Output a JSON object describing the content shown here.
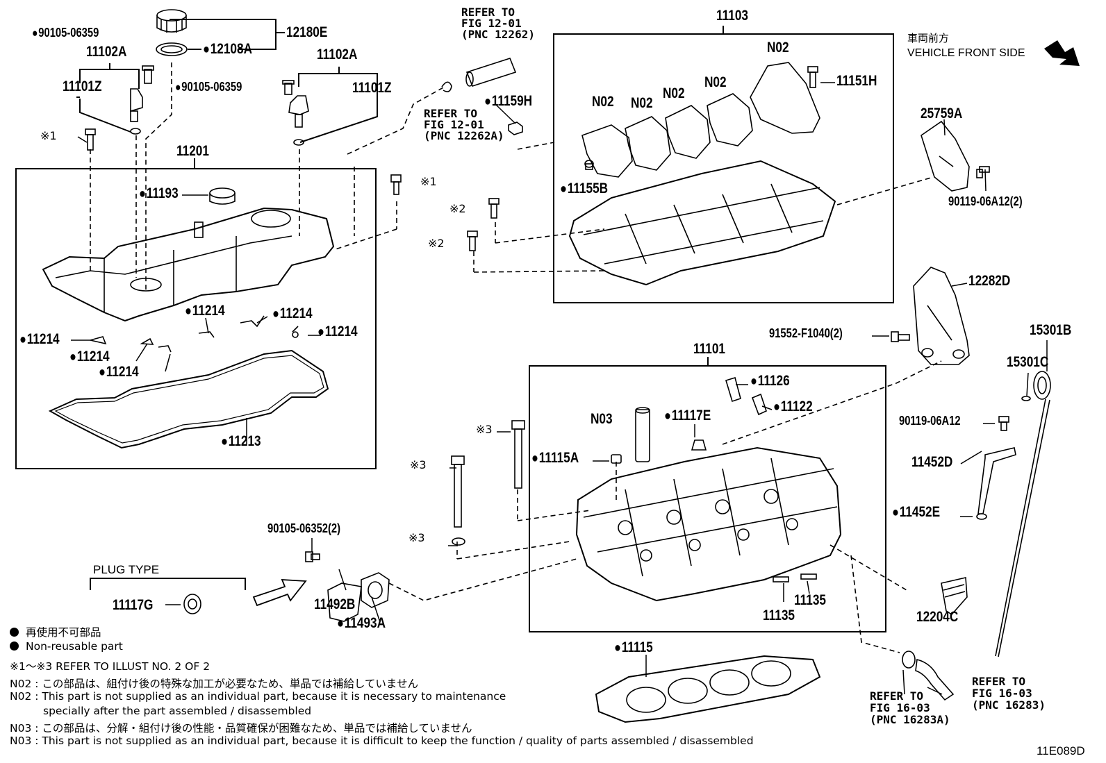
{
  "vehicle_direction": {
    "jp": "車両前方",
    "en": "VEHICLE FRONT SIDE"
  },
  "boxes": {
    "cover_assembly": "11201",
    "camshaft_housing": "11103",
    "cylinder_head": "11101"
  },
  "callouts": {
    "p12180E": "12180E",
    "p12108A": "12108A",
    "p90105_06359_a": "90105-06359",
    "p90105_06359_b": "90105-06359",
    "p11102A_a": "11102A",
    "p11102A_b": "11102A",
    "p11101Z_a": "11101Z",
    "p11101Z_b": "11101Z",
    "p11193": "11193",
    "p11214_a": "11214",
    "p11214_b": "11214",
    "p11214_c": "11214",
    "p11214_d": "11214",
    "p11214_e": "11214",
    "p11214_f": "11214",
    "p11213": "11213",
    "p11159H": "11159H",
    "p11155B": "11155B",
    "p11151H": "11151H",
    "n02_1": "N02",
    "n02_2": "N02",
    "n02_3": "N02",
    "n02_4": "N02",
    "n02_5": "N02",
    "p25759A": "25759A",
    "p90119_06A12_2": "90119-06A12(2)",
    "p12282D": "12282D",
    "p91552_F1040_2": "91552-F1040(2)",
    "p15301B": "15301B",
    "p15301C": "15301C",
    "p90119_06A12": "90119-06A12",
    "p11452D": "11452D",
    "p11452E": "11452E",
    "p12204C": "12204C",
    "p11126": "11126",
    "p11122": "11122",
    "n03": "N03",
    "p11117E": "11117E",
    "p11115A": "11115A",
    "p11135_a": "11135",
    "p11135_b": "11135",
    "p11115": "11115",
    "p90105_06352_2": "90105-06352(2)",
    "p11492B": "11492B",
    "p11493A": "11493A",
    "p11117G": "11117G",
    "ref_1": "※1",
    "ref_1b": "※1",
    "ref_2a": "※2",
    "ref_2b": "※2",
    "ref_3a": "※3",
    "ref_3b": "※3",
    "ref_3c": "※3"
  },
  "references": {
    "fig_12_01_a": [
      "REFER TO",
      "FIG 12-01",
      "(PNC 12262)"
    ],
    "fig_12_01_b": [
      "REFER TO",
      "FIG 12-01",
      "(PNC 12262A)"
    ],
    "fig_16_03_a": [
      "REFER TO",
      "FIG 16-03",
      "(PNC 16283A)"
    ],
    "fig_16_03_b": [
      "REFER TO",
      "FIG 16-03",
      "(PNC 16283)"
    ]
  },
  "plug_type": "PLUG TYPE",
  "legend": {
    "non_reusable_jp": "再使用不可部品",
    "non_reusable_en": "Non-reusable part",
    "refer_illust": "※1～※3  REFER TO ILLUST NO. 2 OF 2",
    "n02_jp": "N02 : この部品は、組付け後の特殊な加工が必要なため、単品では補給していません",
    "n02_en_1": "N02 : This part is not supplied as an individual part, because it is necessary to maintenance",
    "n02_en_2": "specially after the part assembled / disassembled",
    "n03_jp": "N03 : この部品は、分解・組付け後の性能・品質確保が困難なため、単品では補給していません",
    "n03_en": "N03 : This part is not supplied as an individual part, because it is difficult to keep the function / quality of parts  assembled / disassembled"
  },
  "illustration_id": "11E089D"
}
